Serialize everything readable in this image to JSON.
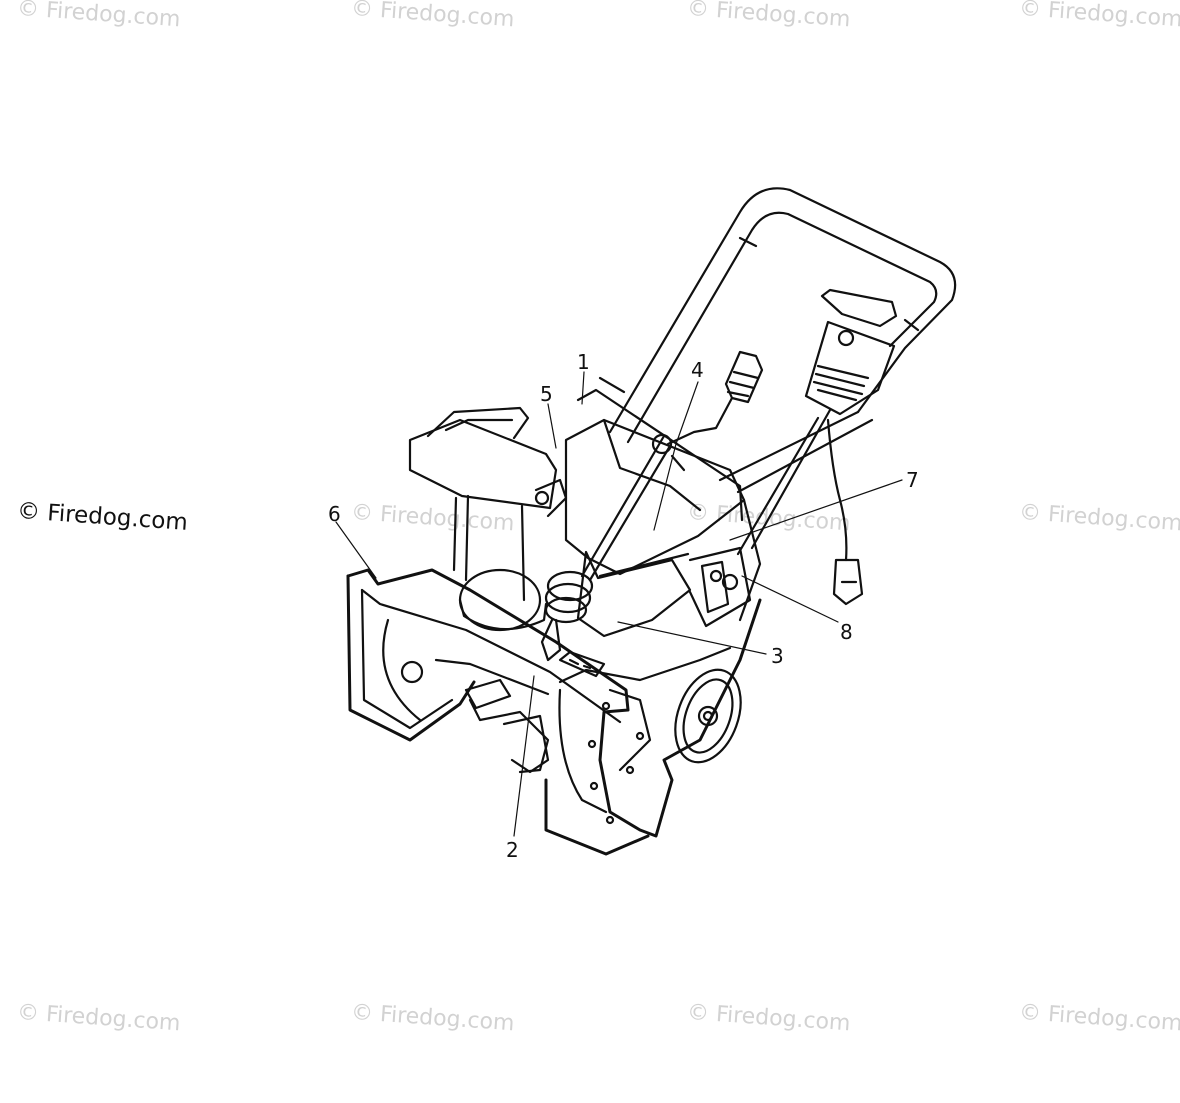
{
  "watermark": {
    "text": "© Firedog.com",
    "highlight_text": "© Firedog.com"
  },
  "callouts": [
    {
      "id": "1",
      "label": "1"
    },
    {
      "id": "2",
      "label": "2"
    },
    {
      "id": "3",
      "label": "3"
    },
    {
      "id": "4",
      "label": "4"
    },
    {
      "id": "5",
      "label": "5"
    },
    {
      "id": "6",
      "label": "6"
    },
    {
      "id": "7",
      "label": "7"
    },
    {
      "id": "8",
      "label": "8"
    }
  ],
  "colors": {
    "line": "#111111",
    "watermark": "#d2d2d2",
    "background": "#ffffff"
  }
}
